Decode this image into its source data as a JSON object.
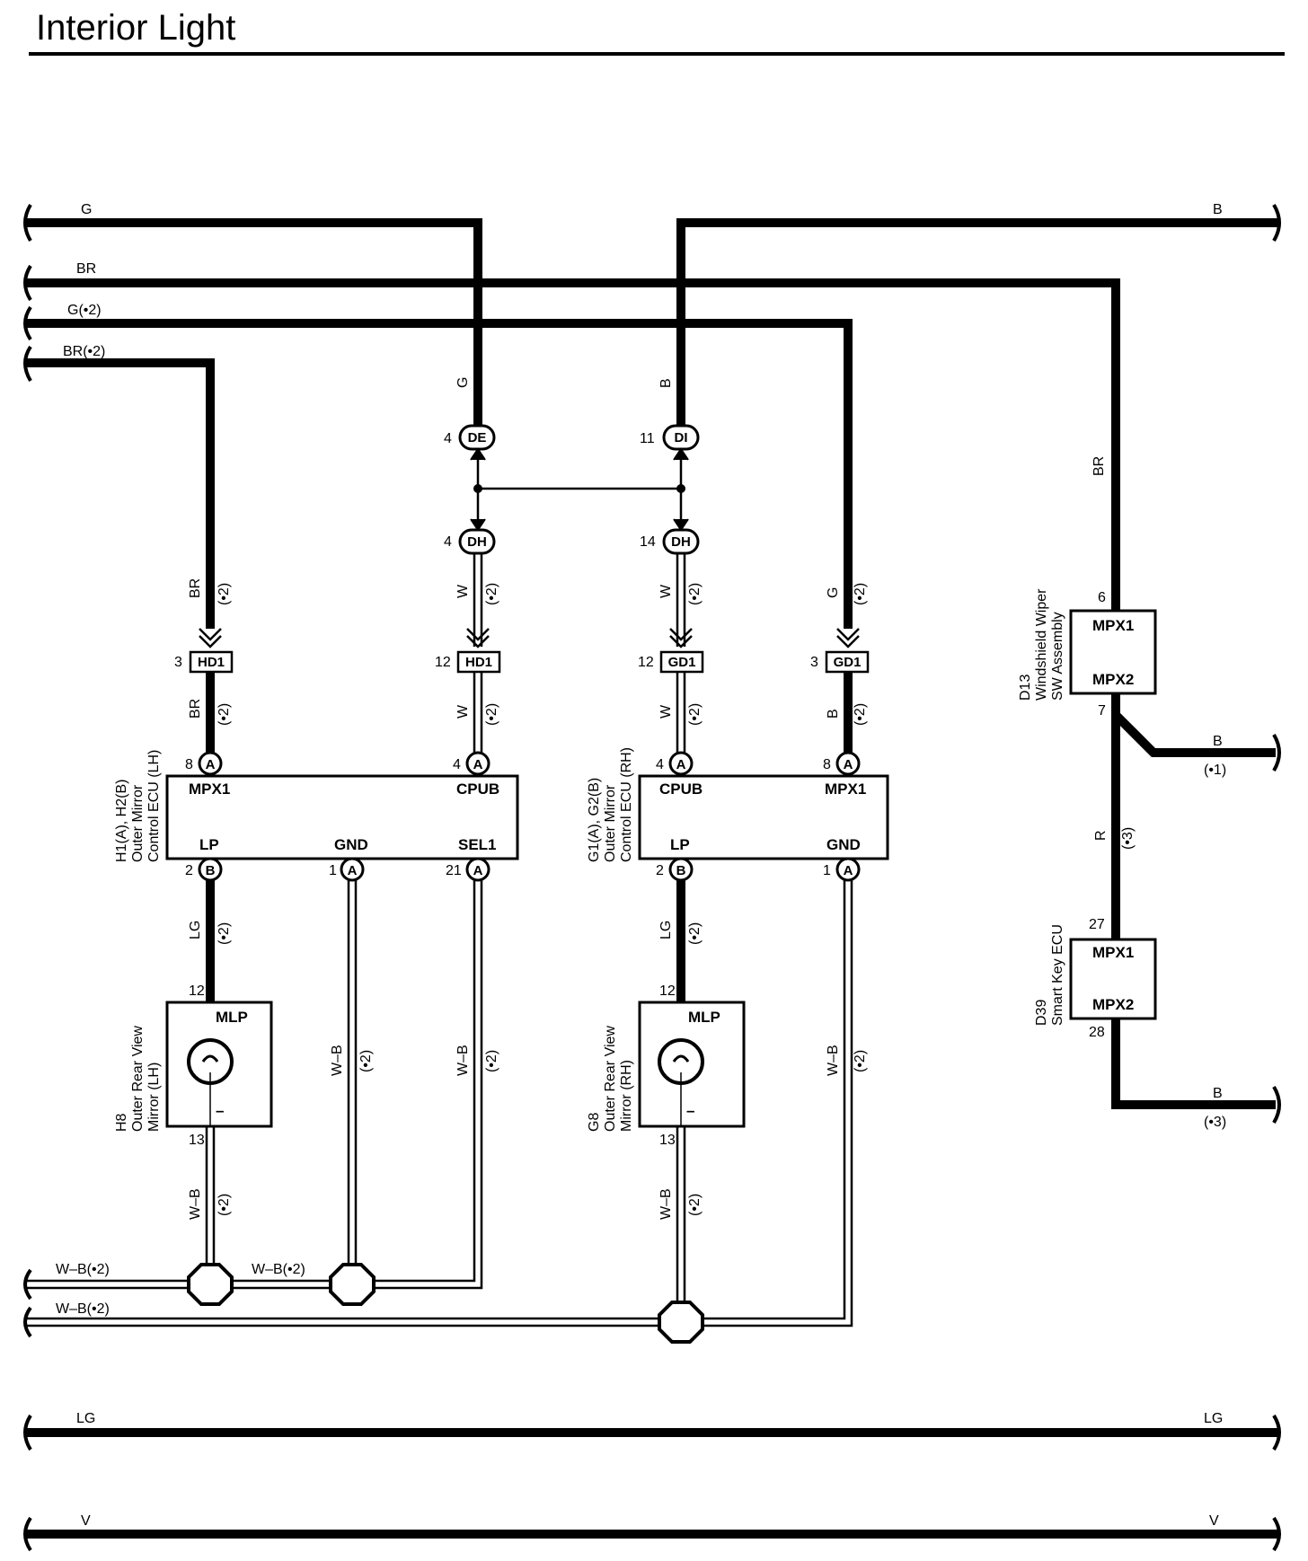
{
  "title": "Interior Light",
  "wires": {
    "g": "G",
    "b": "B",
    "br": "BR",
    "g2": "G(•2)",
    "br2": "BR(•2)",
    "w": "W",
    "lg": "LG",
    "r": "R",
    "wb": "W–B",
    "wb2": "W–B(•2)",
    "v": "V",
    "n2": "(•2)",
    "n1": "(•1)",
    "n3": "(•3)"
  },
  "connectors": {
    "de": "DE",
    "di": "DI",
    "dh": "DH",
    "hd1": "HD1",
    "gd1": "GD1",
    "a": "A",
    "b": "B"
  },
  "pins": {
    "p4": "4",
    "p11": "11",
    "p14": "14",
    "p3": "3",
    "p12": "12",
    "p8": "8",
    "p2": "2",
    "p1": "1",
    "p21": "21",
    "p13": "13",
    "p6": "6",
    "p7": "7",
    "p27": "27",
    "p28": "28"
  },
  "terminals": {
    "mpx1": "MPX1",
    "mpx2": "MPX2",
    "cpub": "CPUB",
    "lp": "LP",
    "gnd": "GND",
    "sel1": "SEL1",
    "mlp": "MLP",
    "minus": "–"
  },
  "components": {
    "ecu_lh": [
      "H1(A), H2(B)",
      "Outer Mirror",
      "Control ECU (LH)"
    ],
    "ecu_rh": [
      "G1(A), G2(B)",
      "Outer Mirror",
      "Control ECU (RH)"
    ],
    "mirror_lh": [
      "H8",
      "Outer Rear View",
      "Mirror (LH)"
    ],
    "mirror_rh": [
      "G8",
      "Outer Rear View",
      "Mirror (RH)"
    ],
    "wiper": [
      "D13",
      "Windshield Wiper",
      "SW Assembly"
    ],
    "smartkey": [
      "D39",
      "Smart Key ECU"
    ]
  }
}
